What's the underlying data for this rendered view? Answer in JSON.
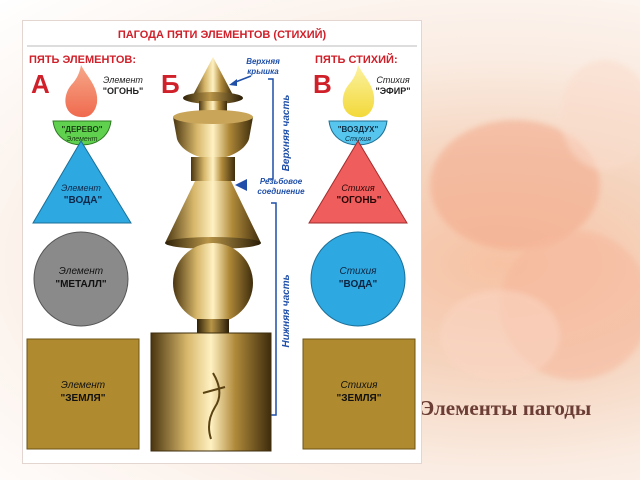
{
  "poster": {
    "title": "ПАГОДА ПЯТИ ЭЛЕМЕНТОВ (СТИХИЙ)",
    "left_header": "ПЯТЬ ЭЛЕМЕНТОВ:",
    "right_header": "ПЯТЬ СТИХИЙ:",
    "letters": {
      "a": "А",
      "b": "Б",
      "v": "В"
    },
    "left": {
      "fire_line1": "Элемент",
      "fire_line2": "\"ОГОНЬ\"",
      "wood_line1": "\"ДЕРЕВО\"",
      "wood_line2": "Элемент",
      "water_line1": "Элемент",
      "water_line2": "\"ВОДА\"",
      "metal_line1": "Элемент",
      "metal_line2": "\"МЕТАЛЛ\"",
      "earth_line1": "Элемент",
      "earth_line2": "\"ЗЕМЛЯ\""
    },
    "middle": {
      "cap_line1": "Верхняя",
      "cap_line2": "крышка",
      "upper_part": "Верхняя часть",
      "joint_line1": "Резьбовое",
      "joint_line2": "соединение",
      "lower_part": "Нижняя часть"
    },
    "right": {
      "ether_line1": "Стихия",
      "ether_line2": "\"ЭФИР\"",
      "air_line1": "\"ВОЗДУХ\"",
      "air_line2": "Стихия",
      "fire_line1": "Стихия",
      "fire_line2": "\"ОГОНЬ\"",
      "water_line1": "Стихия",
      "water_line2": "\"ВОДА\"",
      "earth_line1": "Стихия",
      "earth_line2": "\"ЗЕМЛЯ\""
    }
  },
  "caption": "Элементы пагоды",
  "colors": {
    "red": "#d0202a",
    "fire_flame": "#ee7a5a",
    "wood_green": "#5fd14e",
    "water_blue": "#2ea8e0",
    "metal_gray": "#8a8a8a",
    "earth_gold": "#b08a2e",
    "ether_yellow": "#f5e24a",
    "air_blue": "#56c6ee",
    "fire_red": "#ef5d5d",
    "label_blue": "#1f4fa8"
  }
}
